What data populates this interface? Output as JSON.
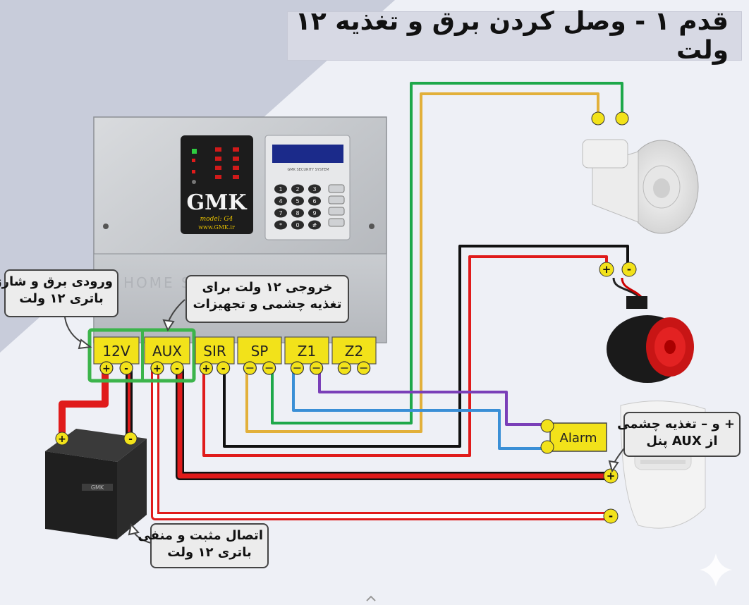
{
  "title": "قدم ۱ - وصل کردن برق و تغذیه ۱۲ ولت",
  "panel": {
    "brand": "GMK",
    "model": "model: G4",
    "website": "www.GMK.ir",
    "front_text": "HOME S",
    "lcd_caption": "GMK SECURITY SYSTEM",
    "keys": [
      "1",
      "2",
      "3",
      "4",
      "5",
      "6",
      "7",
      "8",
      "9",
      "*",
      "0",
      "#"
    ]
  },
  "terminals": [
    {
      "label": "12V"
    },
    {
      "label": "AUX"
    },
    {
      "label": "SIR"
    },
    {
      "label": "SP"
    },
    {
      "label": "Z1"
    },
    {
      "label": "Z2"
    }
  ],
  "polarity": {
    "plus": "+",
    "minus": "-"
  },
  "callouts": {
    "power_input": [
      "ورودی برق و شارژ",
      "باتری ۱۲ ولت"
    ],
    "aux_output": [
      "خروجی ۱۲ ولت برای",
      "تغذیه چشمی و تجهیزات"
    ],
    "sensor_power": [
      "+ و – تغذیه چشمی",
      "از AUX پنل"
    ],
    "battery_connection": [
      "اتصال مثبت و منفی",
      "باتری ۱۲ ولت"
    ]
  },
  "alarm_label": "Alarm",
  "battery_label": "GMK",
  "colors": {
    "red": "#e01b1b",
    "black": "#111111",
    "green": "#1ea84a",
    "yellow": "#e2b03a",
    "blue": "#3a8fd6",
    "purple": "#7a3fb8",
    "terminal": "#f2e21a",
    "highlight": "#3cb44b"
  }
}
